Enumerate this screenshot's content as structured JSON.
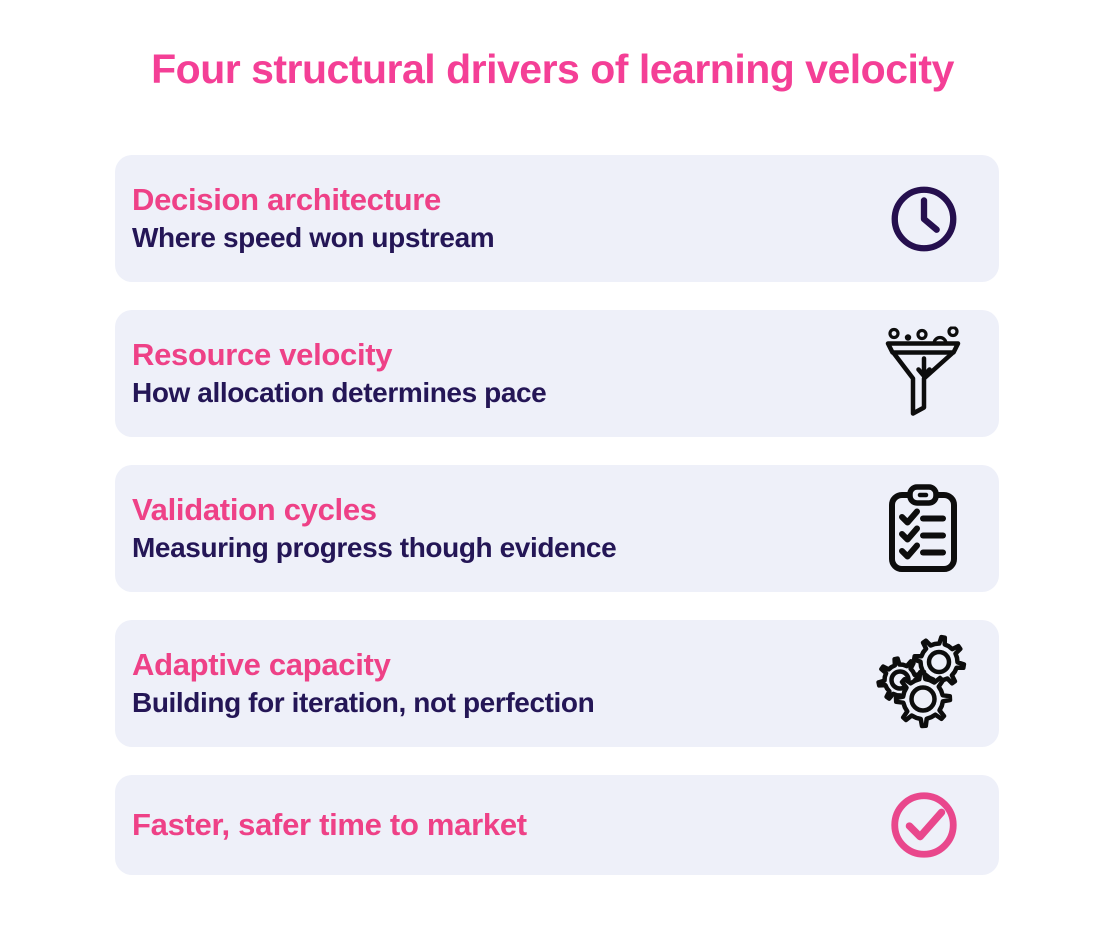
{
  "page": {
    "title": "Four structural drivers of learning velocity"
  },
  "colors": {
    "pink_title": "#f43f96",
    "pink": "#ee4187",
    "pink_check": "#e9478c",
    "navy": "#241656",
    "card_bg": "#eef0f9",
    "icon_black": "#0d0d0d",
    "icon_indigo": "#250f4e"
  },
  "cards": [
    {
      "title": "Decision architecture",
      "subtitle": "Where speed won upstream",
      "icon": "clock-icon"
    },
    {
      "title": "Resource velocity",
      "subtitle": "How allocation determines pace",
      "icon": "funnel-icon"
    },
    {
      "title": "Validation cycles",
      "subtitle": "Measuring progress though evidence",
      "icon": "clipboard-checklist-icon"
    },
    {
      "title": "Adaptive capacity",
      "subtitle": "Building for iteration, not perfection",
      "icon": "gears-icon"
    }
  ],
  "footer_card": {
    "title": "Faster, safer time to market",
    "icon": "check-circle-icon"
  }
}
